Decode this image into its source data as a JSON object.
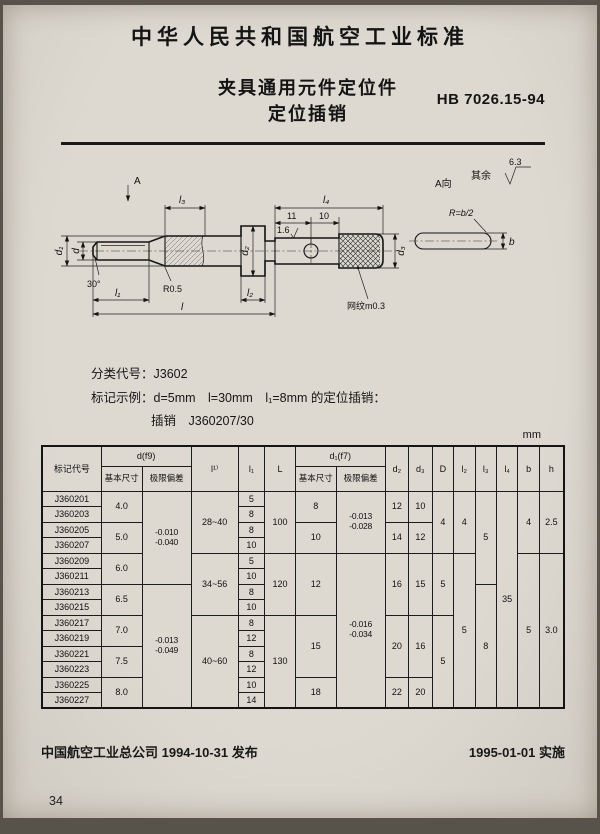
{
  "page": {
    "header_title": "中华人民共和国航空工业标准",
    "doc_title_line1": "夹具通用元件定位件",
    "doc_title_line2": "定位插销",
    "standard_number": "HB 7026.15-94",
    "class_code": "分类代号：J3602",
    "marking_example": "标记示例：d=5mm　l=30mm　l₁=8mm 的定位插销：",
    "marking_example_value": "插销　J360207/30",
    "footer_left": "中国航空工业总公司 1994-10-31 发布",
    "footer_right": "1995-01-01 实施",
    "page_number": "34"
  },
  "drawing": {
    "section_arrow_label": "A",
    "view_label": "A向",
    "roughness_rest_label": "其余",
    "roughness_rest_value": "6.3",
    "surface_finish_value": "1.6",
    "knurl_note": "网纹m0.3",
    "dims": {
      "d": "d",
      "d1": "d₁",
      "d2": "d₂",
      "d3": "d₃",
      "l": "l",
      "l1": "l₁",
      "l2": "l₂",
      "l3": "l₃",
      "l4": "l₄",
      "n10": "10",
      "n11": "11",
      "r05": "R0.5",
      "angle30": "30°",
      "r_eq": "R=b/2",
      "b": "b"
    }
  },
  "table": {
    "unit": "mm",
    "header_rows": [
      [
        {
          "t": "标记代号",
          "rs": 2
        },
        {
          "t": "d(f9)",
          "cs": 2
        },
        {
          "t": "l¹⁾",
          "rs": 2
        },
        {
          "t": "l₁",
          "rs": 2
        },
        {
          "t": "L",
          "rs": 2
        },
        {
          "t": "d₁(f7)",
          "cs": 2
        },
        {
          "t": "d₂",
          "rs": 2
        },
        {
          "t": "d₃",
          "rs": 2
        },
        {
          "t": "D",
          "rs": 2
        },
        {
          "t": "l₂",
          "rs": 2
        },
        {
          "t": "l₃",
          "rs": 2
        },
        {
          "t": "l₄",
          "rs": 2
        },
        {
          "t": "b",
          "rs": 2
        },
        {
          "t": "h",
          "rs": 2
        }
      ],
      [
        {
          "t": "基本尺寸"
        },
        {
          "t": "极限偏差"
        },
        {
          "t": "基本尺寸"
        },
        {
          "t": "极限偏差"
        }
      ]
    ],
    "rows": [
      [
        {
          "t": "J360201"
        },
        {
          "t": "4.0",
          "rs": 2
        },
        {
          "t": "-0.010\n-0.040",
          "rs": 6,
          "c": "dev"
        },
        {
          "t": "28~40",
          "rs": 4
        },
        {
          "t": "5"
        },
        {
          "t": "100",
          "rs": 4
        },
        {
          "t": "8",
          "rs": 2
        },
        {
          "t": "-0.013\n-0.028",
          "rs": 4,
          "c": "dev"
        },
        {
          "t": "12",
          "rs": 2
        },
        {
          "t": "10",
          "rs": 2
        },
        {
          "t": "4",
          "rs": 4
        },
        {
          "t": "4",
          "rs": 4
        },
        {
          "t": "5",
          "rs": 6
        },
        {
          "t": "35",
          "rs": 14
        },
        {
          "t": "4",
          "rs": 4
        },
        {
          "t": "2.5",
          "rs": 4
        }
      ],
      [
        {
          "t": "J360203"
        },
        {
          "t": "8"
        }
      ],
      [
        {
          "t": "J360205"
        },
        {
          "t": "5.0",
          "rs": 2
        },
        {
          "t": "8"
        },
        {
          "t": "10",
          "rs": 2
        },
        {
          "t": "14",
          "rs": 2
        },
        {
          "t": "12",
          "rs": 2
        }
      ],
      [
        {
          "t": "J360207"
        },
        {
          "t": "10"
        }
      ],
      [
        {
          "t": "J360209"
        },
        {
          "t": "6.0",
          "rs": 2
        },
        {
          "t": "34~56",
          "rs": 4
        },
        {
          "t": "5"
        },
        {
          "t": "120",
          "rs": 4
        },
        {
          "t": "12",
          "rs": 4
        },
        {
          "t": "-0.016\n-0.034",
          "rs": 10,
          "c": "dev"
        },
        {
          "t": "16",
          "rs": 4
        },
        {
          "t": "15",
          "rs": 4
        },
        {
          "t": "5",
          "rs": 4
        },
        {
          "t": "5",
          "rs": 10
        },
        {
          "t": "5",
          "rs": 10
        },
        {
          "t": "3.0",
          "rs": 10
        }
      ],
      [
        {
          "t": "J360211"
        },
        {
          "t": "10"
        }
      ],
      [
        {
          "t": "J360213"
        },
        {
          "t": "6.5",
          "rs": 2
        },
        {
          "t": "-0.013\n-0.049",
          "rs": 8,
          "c": "dev"
        },
        {
          "t": "8"
        },
        {
          "t": "8",
          "rs": 8
        }
      ],
      [
        {
          "t": "J360215"
        },
        {
          "t": "10"
        }
      ],
      [
        {
          "t": "J360217"
        },
        {
          "t": "7.0",
          "rs": 2
        },
        {
          "t": "40~60",
          "rs": 6
        },
        {
          "t": "8"
        },
        {
          "t": "130",
          "rs": 6
        },
        {
          "t": "15",
          "rs": 4
        },
        {
          "t": "20",
          "rs": 4
        },
        {
          "t": "16",
          "rs": 4
        },
        {
          "t": "5",
          "rs": 6
        }
      ],
      [
        {
          "t": "J360219"
        },
        {
          "t": "12"
        }
      ],
      [
        {
          "t": "J360221"
        },
        {
          "t": "7.5",
          "rs": 2
        },
        {
          "t": "8"
        }
      ],
      [
        {
          "t": "J360223"
        },
        {
          "t": "12"
        }
      ],
      [
        {
          "t": "J360225"
        },
        {
          "t": "8.0",
          "rs": 2
        },
        {
          "t": "10"
        },
        {
          "t": "18",
          "rs": 2
        },
        {
          "t": "22",
          "rs": 2
        },
        {
          "t": "20",
          "rs": 2
        }
      ],
      [
        {
          "t": "J360227"
        },
        {
          "t": "14"
        }
      ]
    ]
  }
}
